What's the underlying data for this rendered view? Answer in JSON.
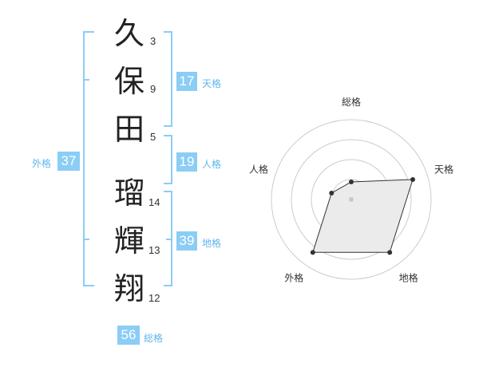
{
  "name_chars": [
    {
      "char": "久",
      "strokes": "3"
    },
    {
      "char": "保",
      "strokes": "9"
    },
    {
      "char": "田",
      "strokes": "5"
    },
    {
      "char": "瑠",
      "strokes": "14"
    },
    {
      "char": "輝",
      "strokes": "13"
    },
    {
      "char": "翔",
      "strokes": "12"
    }
  ],
  "kaku": {
    "tenkaku": {
      "value": "17",
      "label": "天格"
    },
    "jinkaku": {
      "value": "19",
      "label": "人格"
    },
    "chikaku": {
      "value": "39",
      "label": "地格"
    },
    "gaikaku": {
      "value": "37",
      "label": "外格"
    },
    "soukaku": {
      "value": "56",
      "label": "総格"
    }
  },
  "chart_data": {
    "type": "radar",
    "axes": [
      "総格",
      "天格",
      "地格",
      "外格",
      "人格"
    ],
    "values": [
      0.22,
      0.81,
      0.82,
      0.82,
      0.26
    ],
    "range": [
      0,
      1
    ],
    "rings": 4,
    "colors": {
      "line": "#333333",
      "fill": "#ebebeb",
      "ring": "#cccccc",
      "dot": "#333333",
      "center": "#c8c8c8"
    }
  },
  "colors": {
    "accent": "#8bcdf5",
    "bracket": "#8bcdf5"
  }
}
